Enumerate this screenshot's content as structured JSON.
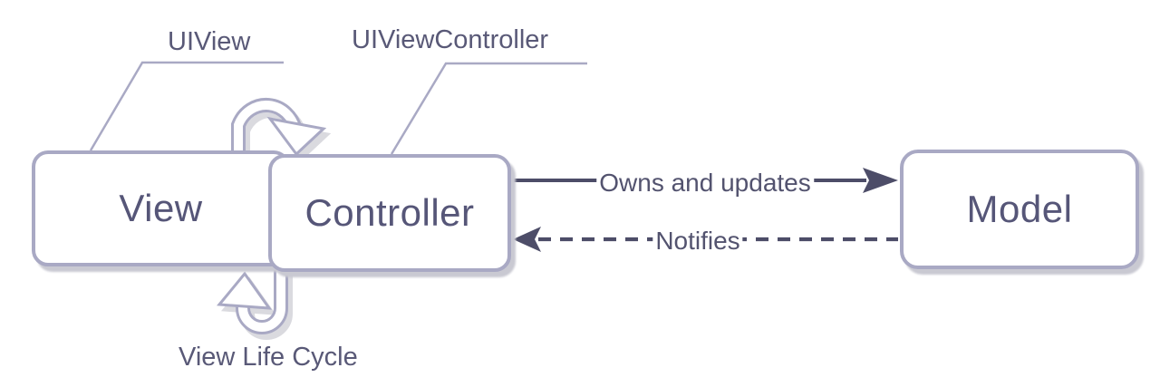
{
  "diagram": {
    "title_hint": "MVC pattern diagram",
    "boxes": [
      {
        "id": "view",
        "label": "View"
      },
      {
        "id": "controller",
        "label": "Controller"
      },
      {
        "id": "model",
        "label": "Model"
      }
    ],
    "annotations": {
      "uiview": "UIView",
      "uiviewcontroller": "UIViewController",
      "view_life_cycle": "View Life Cycle"
    },
    "arrows": [
      {
        "id": "owns",
        "label": "Owns and updates",
        "style": "solid",
        "from": "Controller",
        "to": "Model"
      },
      {
        "id": "notifies",
        "label": "Notifies",
        "style": "dashed",
        "from": "Model",
        "to": "Controller"
      }
    ],
    "colors": {
      "background": "#ffffff",
      "box_fill": "#ffffff",
      "box_border": "#a9a9c4",
      "box_text": "#565678",
      "label_text": "#595977",
      "arrow_ink": "#4d4d68",
      "shadow": "#c9c9d2"
    }
  }
}
